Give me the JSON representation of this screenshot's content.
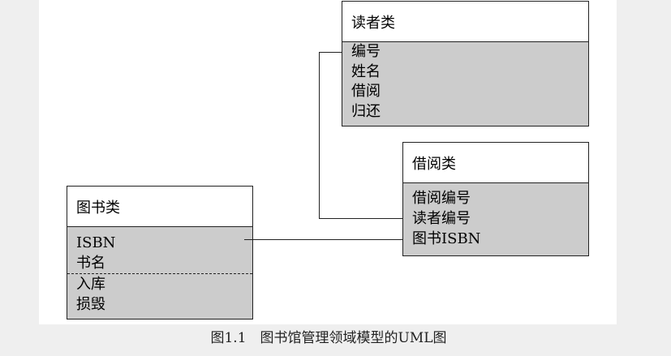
{
  "classes": {
    "reader": {
      "name": "读者类",
      "attributes": [
        "编号",
        "姓名",
        "借阅",
        "归还"
      ]
    },
    "borrow": {
      "name": "借阅类",
      "attributes": [
        "借阅编号",
        "读者编号",
        "图书ISBN"
      ]
    },
    "book": {
      "name": "图书类",
      "attributes": [
        "ISBN",
        "书名"
      ],
      "operations": [
        "入库",
        "损毁"
      ]
    }
  },
  "caption": "图1.1　图书馆管理领域模型的UML图"
}
